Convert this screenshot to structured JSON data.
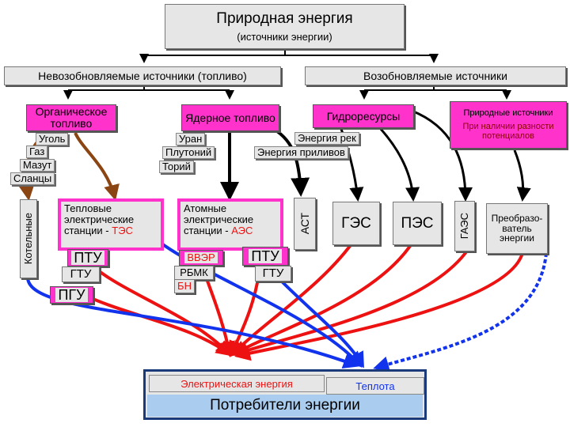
{
  "title": "Природная энергия",
  "subtitle": "(источники энергии)",
  "nonrenewable": "Невозобновляемые источники (топливо)",
  "renewable": "Возобновляемые источники",
  "organic": "Органическое топливо",
  "nuclear": "Ядерное топливо",
  "hydro": "Гидроресурсы",
  "natural": "Природные источники",
  "natural_note": "При наличии разности потенциалов",
  "fuels": [
    "Уголь",
    "Газ",
    "Мазут",
    "Сланцы"
  ],
  "nuclear_fuels": [
    "Уран",
    "Плутоний",
    "Торий"
  ],
  "tides": [
    "Энергия рек",
    "Энергия приливов"
  ],
  "boilers": "Котельные",
  "tes_line1": "Тепловые",
  "tes_line2": "электрические",
  "tes_line3a": "станции - ",
  "tes_line3b": "ТЭС",
  "aes_line1": "Атомные",
  "aes_line2": "электрические",
  "aes_line3a": "станции - ",
  "aes_line3b": "АЭС",
  "ast": "АСТ",
  "ges": "ГЭС",
  "pes": "ПЭС",
  "gaes": "ГАЭС",
  "converter": "Преобразо-ватель энергии",
  "ptu": "ПТУ",
  "gtu": "ГТУ",
  "pgu": "ПГУ",
  "vver": "ВВЭР",
  "rbmk": "РБМК",
  "bn": "БН",
  "ptu2": "ПТУ",
  "gtu2": "ГТУ",
  "electric": "Электрическая энергия",
  "heat": "Теплота",
  "consumers": "Потребители энергии",
  "colors": {
    "pink": "#ff33cc",
    "grey": "#e6e6e6",
    "red": "#ee1111",
    "blue": "#1133ee",
    "brown": "#8b4513",
    "consumer_border": "#1a3a7a"
  }
}
